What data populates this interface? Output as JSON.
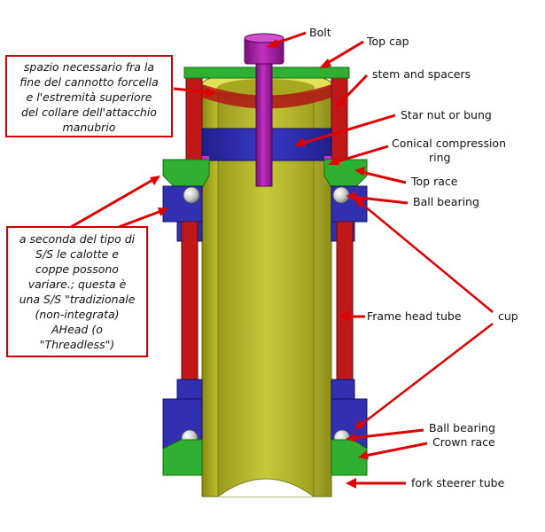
{
  "labels": {
    "bolt": "Bolt",
    "top_cap": "Top cap",
    "stem_spacers": "stem and spacers",
    "star_nut": "Star nut or bung",
    "conical_ring_1": "Conical compression",
    "conical_ring_2": "ring",
    "top_race": "Top race",
    "ball_bearing_top": "Ball bearing",
    "frame_head_tube": "Frame head tube",
    "cup": "cup",
    "ball_bearing_bottom": "Ball bearing",
    "crown_race": "Crown race",
    "fork_steerer_tube": "fork steerer tube"
  },
  "notes": {
    "top_lines": [
      "spazio necessario fra la",
      "fine del cannotto forcella",
      "e l'estremità superiore",
      "del collare dell'attacchio",
      "manubrio"
    ],
    "left_lines": [
      "a seconda del tipo di",
      "S/S le calotte e",
      "coppe possono",
      "variare.; questa è",
      "una S/S \"tradizionale",
      "(non-integrata)",
      "AHead (o",
      "\"Threadless\")"
    ]
  },
  "colors": {
    "steerer": "#d6d634",
    "steerer_dark": "#9a9a10",
    "head_tube": "#c01818",
    "cup": "#3030b0",
    "race": "#30b030",
    "bolt": "#b020b0",
    "arrow": "#e00000"
  }
}
